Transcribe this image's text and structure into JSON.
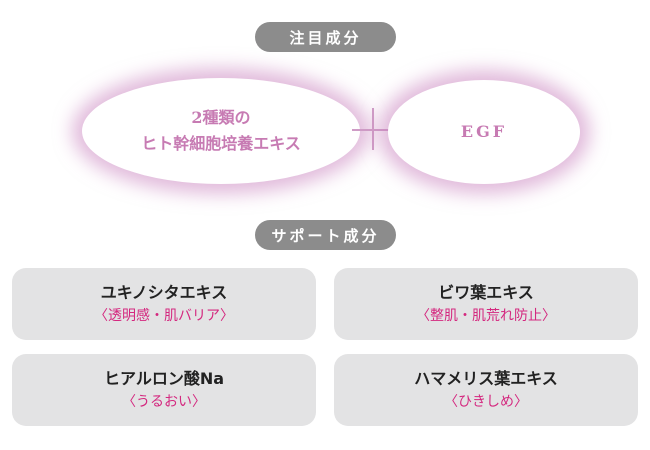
{
  "featured": {
    "label": "注目成分",
    "items": [
      {
        "line1": "2種類の",
        "line2": "ヒト幹細胞培養エキス"
      },
      {
        "line1": "EGF"
      }
    ]
  },
  "support": {
    "label": "サポート成分",
    "items": [
      {
        "name": "ユキノシタエキス",
        "effect": "〈透明感・肌バリア〉"
      },
      {
        "name": "ビワ葉エキス",
        "effect": "〈整肌・肌荒れ防止〉"
      },
      {
        "name": "ヒアルロン酸Na",
        "effect": "〈うるおい〉"
      },
      {
        "name": "ハマメリス葉エキス",
        "effect": "〈ひきしめ〉"
      }
    ]
  }
}
